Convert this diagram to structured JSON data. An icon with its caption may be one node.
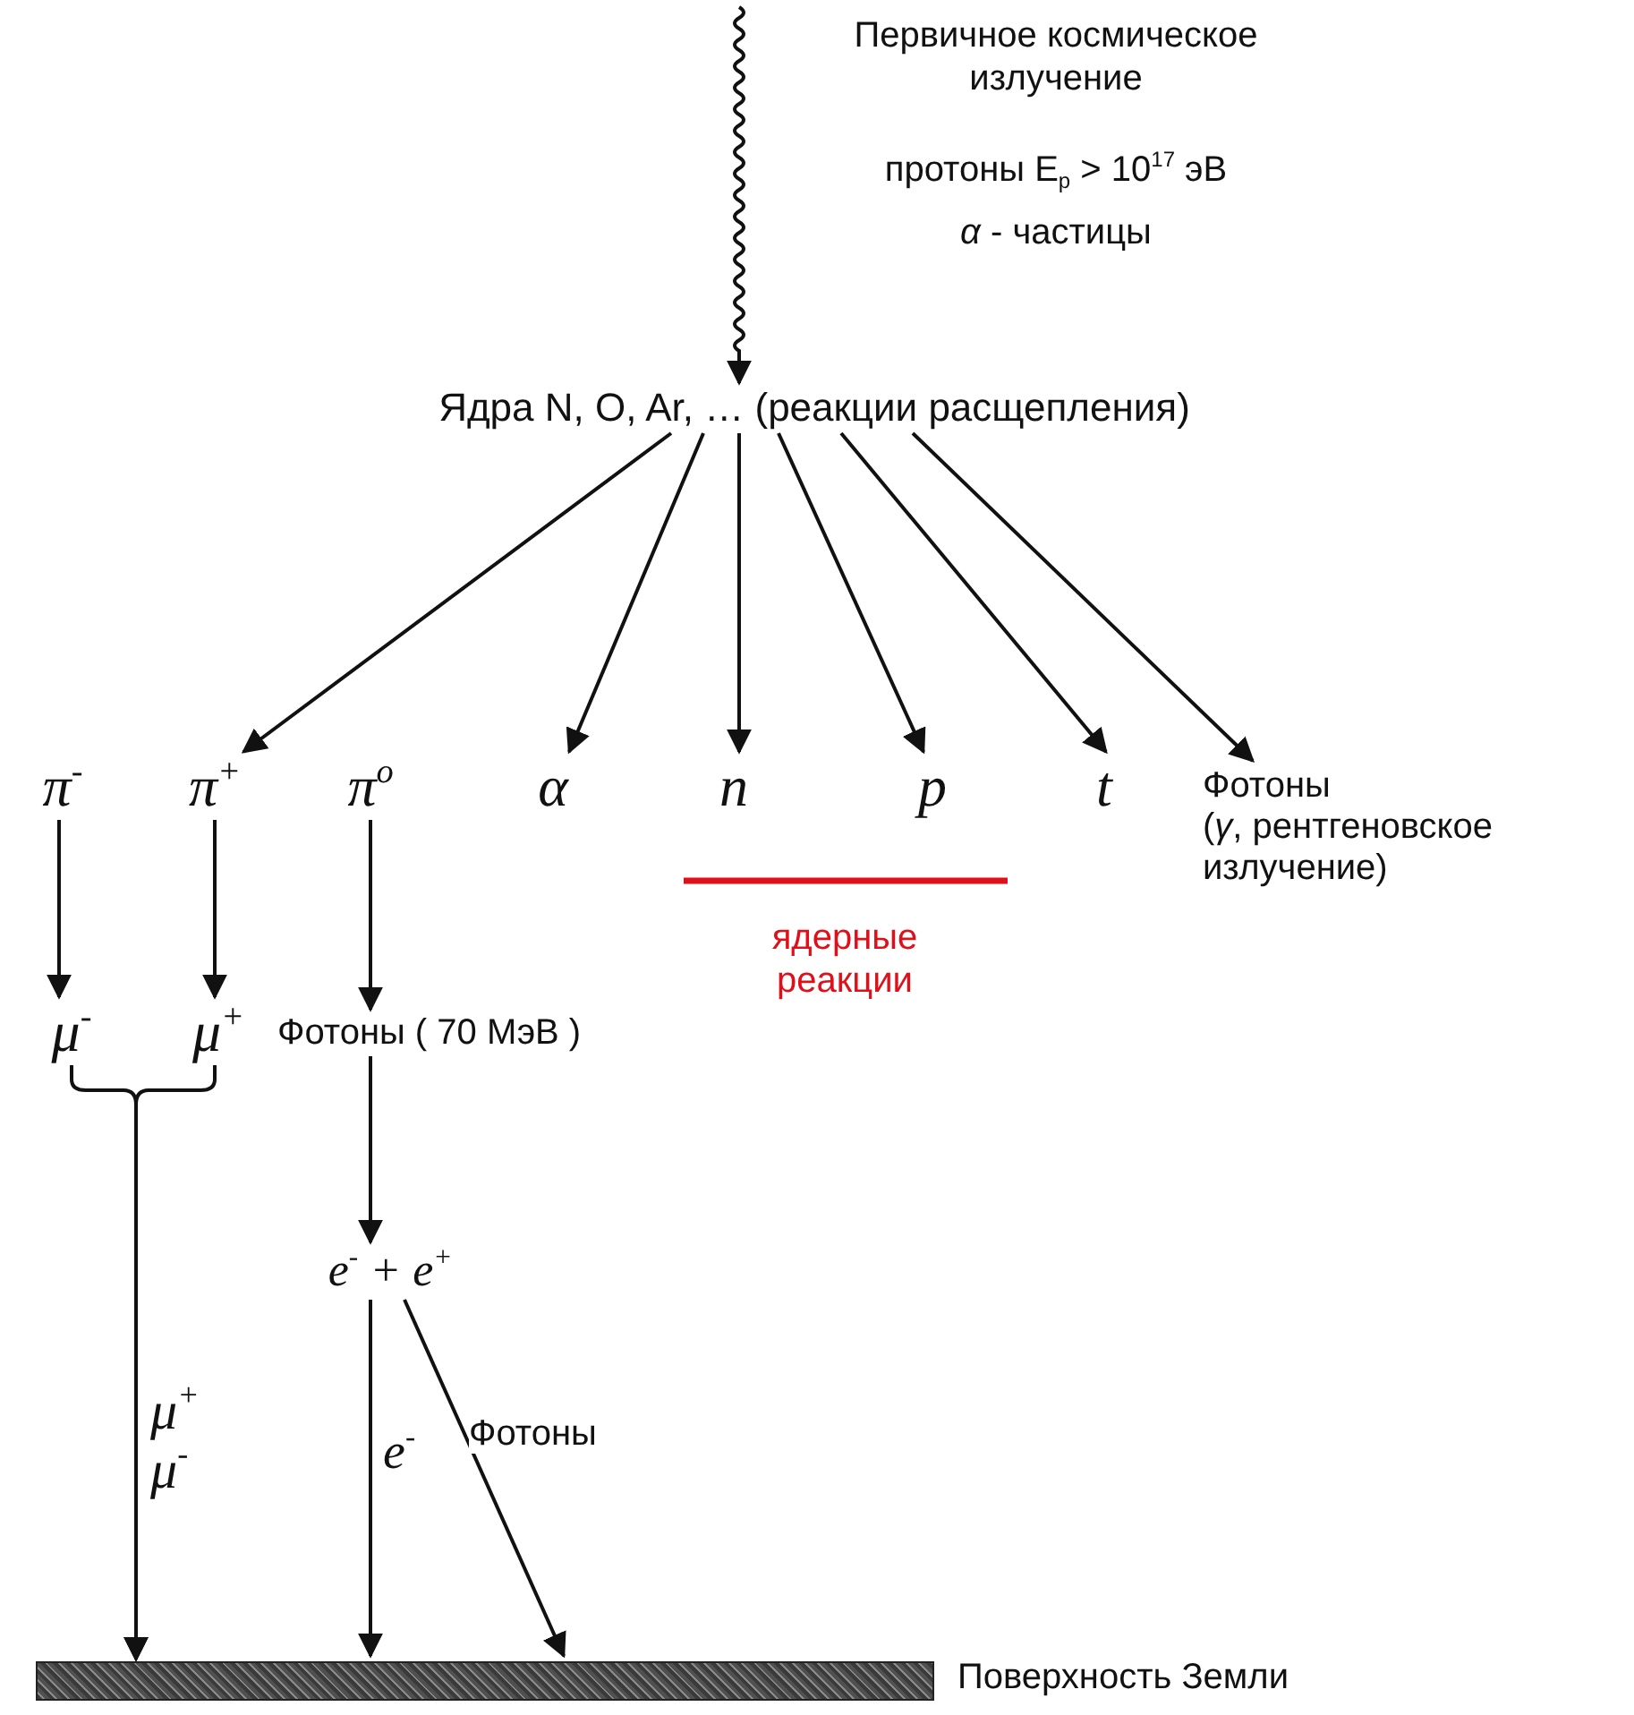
{
  "diagram": {
    "nodes": [
      {
        "text": [
          "Ядра N, O, Ar, … (реакции расщепления)"
        ]
      },
      {
        "text": [
          "π$^{-}$"
        ]
      },
      {
        "text": [
          "π$^{+}$"
        ]
      },
      {
        "text": [
          "π$^{o}$"
        ]
      },
      {
        "text": [
          "α"
        ]
      },
      {
        "text": [
          "n"
        ]
      },
      {
        "text": [
          "p"
        ]
      },
      {
        "text": [
          "t"
        ]
      },
      {
        "text": [
          "Фотоны",
          "(*γ*, рентгеновское излучение)"
        ]
      },
      {
        "text": [
          "μ$^{-}$"
        ]
      },
      {
        "text": [
          "μ$^{+}$"
        ]
      },
      {
        "text": [
          "Фотоны ( 70 МэВ )"
        ]
      },
      {
        "text": [
          "e$^{-}$ + e$^{+}$"
        ]
      },
      {
        "text": [],
        "shape": "bar",
        "beside": [
          "Поверхность Земли"
        ]
      }
    ],
    "edges": [
      {
        "from": null,
        "to": 0,
        "arrow": "to"
      },
      {
        "from": 0,
        "to": 2,
        "arrow": "to"
      },
      {
        "from": 0,
        "to": 4,
        "arrow": "to"
      },
      {
        "from": 0,
        "to": 5,
        "arrow": "to"
      },
      {
        "from": 0,
        "to": 6,
        "arrow": "to"
      },
      {
        "from": 0,
        "to": 7,
        "arrow": "to"
      },
      {
        "from": 0,
        "to": 8,
        "arrow": "to"
      },
      {
        "from": 1,
        "to": 9,
        "arrow": "to"
      },
      {
        "from": 2,
        "to": 10,
        "arrow": "to"
      },
      {
        "from": 3,
        "to": 11,
        "arrow": "to"
      },
      {
        "from": 9,
        "to": 13,
        "arrow": "to",
        "label": "μ$^{+}$ μ$^{-}$"
      },
      {
        "from": 10,
        "to": 13,
        "arrow": "to"
      },
      {
        "from": 11,
        "to": 12,
        "arrow": "to"
      },
      {
        "from": 12,
        "to": 13,
        "arrow": "to",
        "label": "e$^{-}$"
      },
      {
        "from": 12,
        "to": 13,
        "arrow": "to",
        "label": "Фотоны"
      }
    ],
    "labels": [
      "Первичное космическое излучение",
      "протоны E$_{p}$ > 10$^{17}$ эВ",
      "*α* - частицы",
      "ядерные реакции"
    ]
  }
}
